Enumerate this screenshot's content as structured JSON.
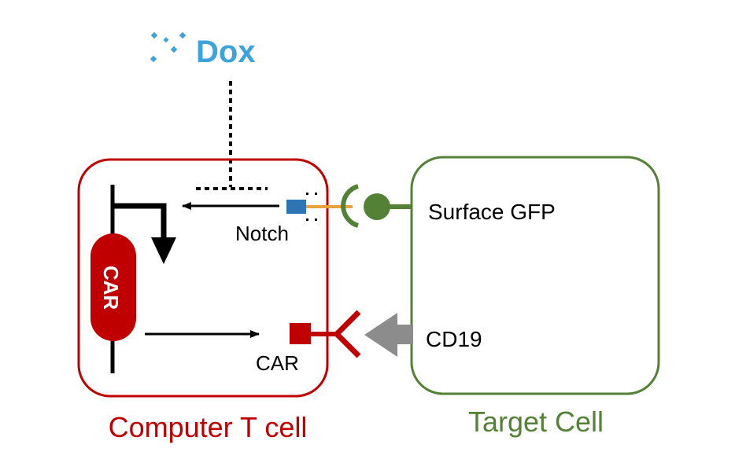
{
  "inducer": {
    "label": "Dox",
    "icon": "sparkle-dots-icon"
  },
  "t_cell": {
    "caption": "Computer T cell",
    "gene_label": "CAR",
    "notch_label": "Notch",
    "car_label": "CAR"
  },
  "target_cell": {
    "caption": "Target Cell",
    "gfp_label": "Surface GFP",
    "cd19_label": "CD19"
  },
  "colors": {
    "t_cell": "#c00000",
    "target": "#538135",
    "dox": "#3ea3dc",
    "notch_blue": "#2e75b6",
    "notch_orange": "#e8a33d",
    "cd19_arrow": "#8c8c8c",
    "line": "#000000"
  }
}
